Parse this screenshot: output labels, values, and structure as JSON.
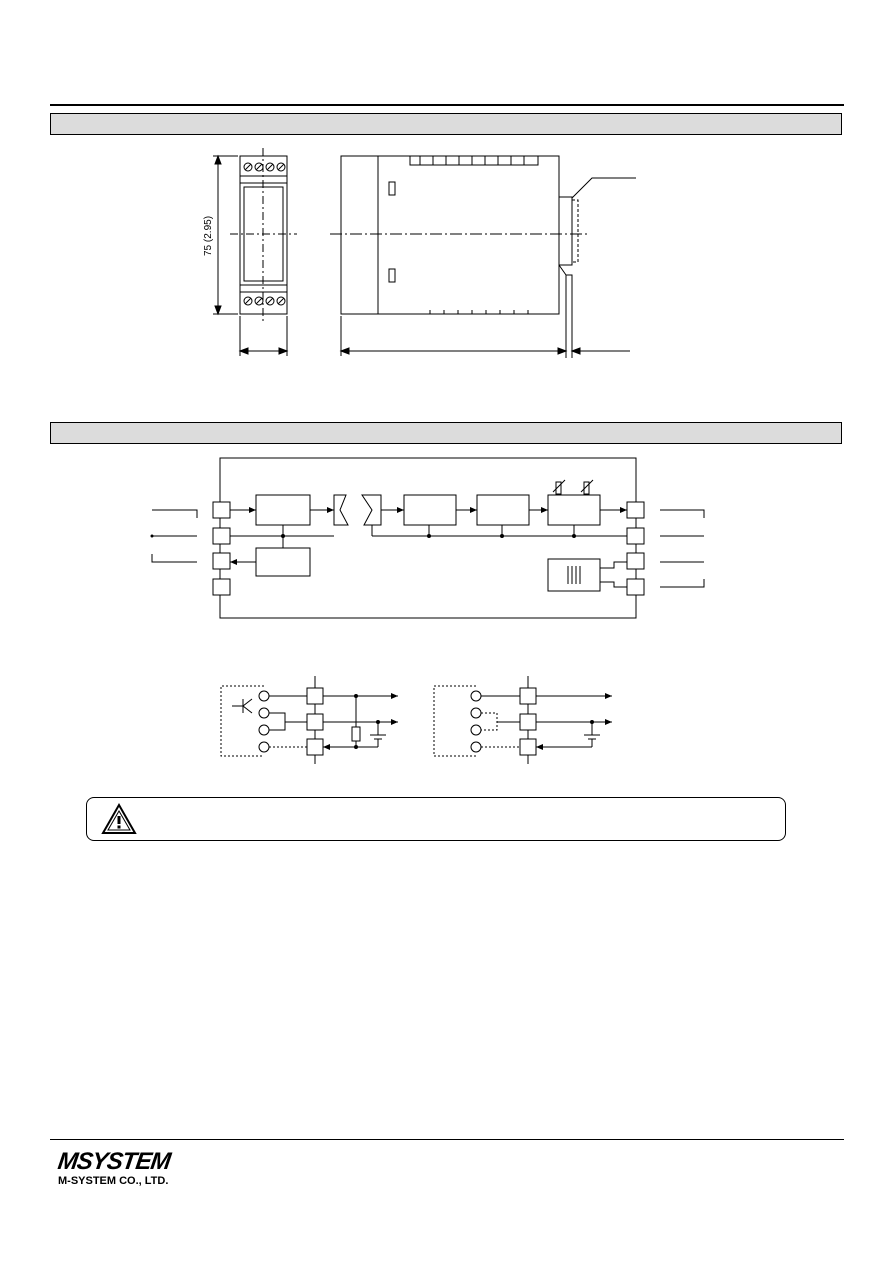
{
  "dimension": {
    "height_label": "75 (2.95)"
  },
  "logo": {
    "mark": "MSYSTEM",
    "company": "M-SYSTEM CO., LTD."
  },
  "colors": {
    "section_bar": "#dcdcdc",
    "line": "#000000"
  },
  "icons": {
    "warning": "warning-triangle-icon"
  }
}
